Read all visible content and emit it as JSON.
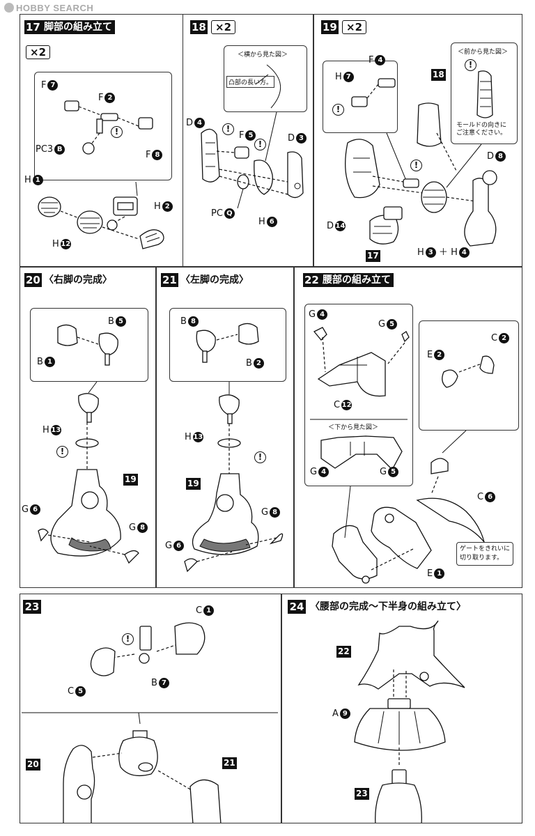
{
  "watermark": "HOBBY SEARCH",
  "steps": {
    "s17": {
      "num": "17",
      "title": "脚部の組み立て",
      "times": "×2",
      "labels": {
        "f7": "F",
        "f7n": "7",
        "f2": "F",
        "f2n": "2",
        "pc3": "PC3",
        "pc3n": "B",
        "f8": "F",
        "f8n": "8",
        "h1": "H",
        "h1n": "1",
        "h2": "H",
        "h2n": "2",
        "h12": "H",
        "h12n": "12"
      }
    },
    "s18": {
      "num": "18",
      "times": "×2",
      "side_view": "＜横から見た図＞",
      "note": "凸部の長い方。",
      "labels": {
        "d4": "D",
        "d4n": "4",
        "f5": "F",
        "f5n": "5",
        "d3": "D",
        "d3n": "3",
        "pcq": "PC",
        "pcqn": "Q",
        "h6": "H",
        "h6n": "6"
      }
    },
    "s19": {
      "num": "19",
      "times": "×2",
      "front_view": "＜前から見た図＞",
      "note": "モールドの向きに\nご注意ください。",
      "labels": {
        "f4": "F",
        "f4n": "4",
        "h7": "H",
        "h7n": "7",
        "d8": "D",
        "d8n": "8",
        "d14": "D",
        "d14n": "14",
        "h3": "H",
        "h3n": "3",
        "plus": "＋",
        "h4": "H",
        "h4n": "4"
      },
      "refs": {
        "r18": "18",
        "r17": "17"
      }
    },
    "s20": {
      "num": "20",
      "title": "〈右脚の完成〉",
      "labels": {
        "b5": "B",
        "b5n": "5",
        "b1": "B",
        "b1n": "1",
        "h13": "H",
        "h13n": "13",
        "g6": "G",
        "g6n": "6",
        "g8": "G",
        "g8n": "8"
      },
      "refs": {
        "r19": "19"
      }
    },
    "s21": {
      "num": "21",
      "title": "〈左脚の完成〉",
      "labels": {
        "b8": "B",
        "b8n": "8",
        "b2": "B",
        "b2n": "2",
        "h13": "H",
        "h13n": "13",
        "g8": "G",
        "g8n": "8",
        "g6": "G",
        "g6n": "6"
      },
      "refs": {
        "r19": "19"
      }
    },
    "s22": {
      "num": "22",
      "title": "腰部の組み立て",
      "bottom_view": "＜下から見た図＞",
      "note": "ゲートをきれいに\n切り取ります。",
      "labels": {
        "g4": "G",
        "g4n": "4",
        "g5": "G",
        "g5n": "5",
        "c12": "C",
        "c12n": "12",
        "g4b": "G",
        "g4bn": "4",
        "g5b": "G",
        "g5bn": "5",
        "e2": "E",
        "e2n": "2",
        "c2": "C",
        "c2n": "2",
        "c6": "C",
        "c6n": "6",
        "e1": "E",
        "e1n": "1"
      }
    },
    "s23": {
      "num": "23",
      "labels": {
        "c1": "C",
        "c1n": "1",
        "c5": "C",
        "c5n": "5",
        "b7": "B",
        "b7n": "7"
      },
      "refs": {
        "r20": "20",
        "r21": "21"
      }
    },
    "s24": {
      "num": "24",
      "title": "〈腰部の完成～下半身の組み立て〉",
      "labels": {
        "a9": "A",
        "a9n": "9"
      },
      "refs": {
        "r22": "22",
        "r23": "23"
      }
    }
  },
  "warn_symbol": "!"
}
